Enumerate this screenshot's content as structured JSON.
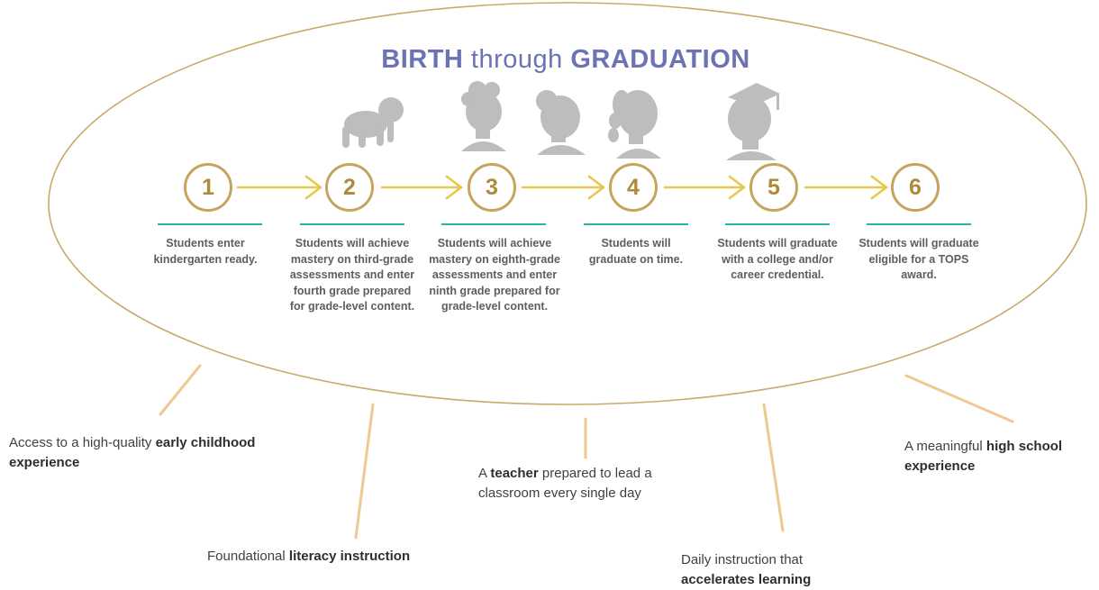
{
  "title": {
    "left": "BIRTH",
    "middle": "through",
    "right": "GRADUATION"
  },
  "steps": [
    {
      "number": "1",
      "text": "Students enter kindergarten ready."
    },
    {
      "number": "2",
      "text": "Students will achieve mastery on third-grade assessments and enter fourth grade prepared for grade-level content."
    },
    {
      "number": "3",
      "text": "Students will achieve mastery on eighth-grade assessments and enter ninth grade prepared for grade-level content."
    },
    {
      "number": "4",
      "text": "Students will graduate on time."
    },
    {
      "number": "5",
      "text": "Students will graduate with a college and/or career credential."
    },
    {
      "number": "6",
      "text": "Students will graduate eligible for a TOPS award."
    }
  ],
  "supports": {
    "early": {
      "pre": "Access to a high-quality ",
      "bold": "early childhood experience"
    },
    "literacy": {
      "pre": "Foundational ",
      "bold": "literacy instruction"
    },
    "teacher": {
      "pre": "A ",
      "bold": "teacher",
      "post": " prepared to lead a classroom every single day"
    },
    "accelerate": {
      "pre": "Daily instruction that ",
      "bold": "accelerates learning"
    },
    "highschool": {
      "pre": "A meaningful ",
      "bold": "high school experience"
    }
  },
  "colors": {
    "ellipse": "#c9a86a",
    "circle": "#c7a45d",
    "arrow": "#e8c84a",
    "teal": "#2ab3a8",
    "title": "#6b73b3",
    "connector": "#efc98f",
    "silhouette": "#bdbdbd"
  },
  "icons": [
    "crawling-baby-silhouette-icon",
    "child-silhouette-icon",
    "girl-silhouette-icon",
    "braided-girl-silhouette-icon",
    "graduate-silhouette-icon"
  ]
}
